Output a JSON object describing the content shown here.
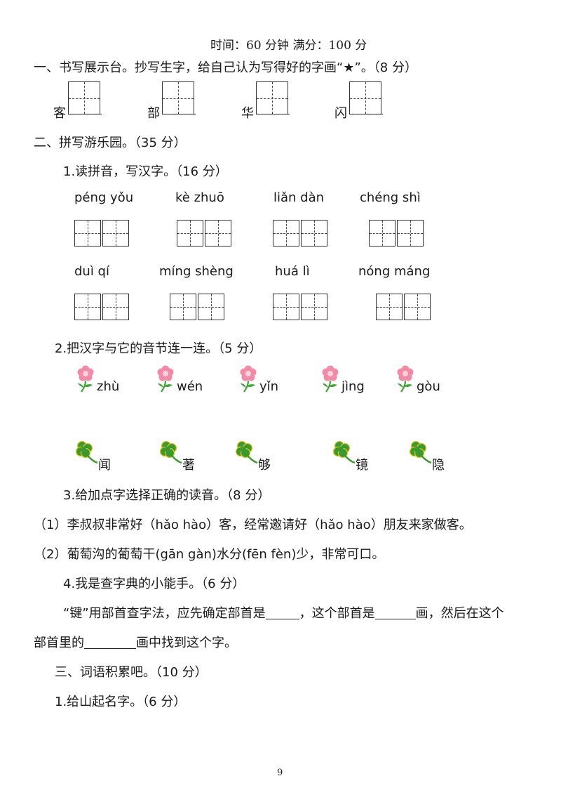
{
  "header": {
    "exam_info": "时间：60 分钟  满分：100 分"
  },
  "section1": {
    "title": "一、书写展示台。抄写生字，给自己认为写得好的字画“★”。（8 分）",
    "chars": [
      "客",
      "部",
      "华",
      "闪"
    ]
  },
  "section2": {
    "title": "二、拼写游乐园。（35 分）",
    "q1": {
      "title": "1.读拼音，写汉字。（16 分）",
      "row1": [
        "péng  yǒu",
        "kè   zhuō",
        "liǎn   dàn",
        "chéng   shì"
      ],
      "row2": [
        "duì     qí",
        "míng  shèng",
        "huá     lì",
        "nóng    máng"
      ]
    },
    "q2": {
      "title": "2.把汉字与它的音节连一连。（5 分）",
      "pinyin": [
        "zhù",
        "wén",
        "yǐn",
        "jìng",
        "gòu"
      ],
      "hanzi": [
        "闻",
        "著",
        "够",
        "镜",
        "隐"
      ]
    },
    "q3": {
      "title": "3.给加点字选择正确的读音。（8 分）",
      "item1": "（1）李叔叔非常好（hǎo   hào）客，经常邀请好（hǎo   hào）朋友来家做客。",
      "item2": "（2）葡萄沟的葡萄干(gān   gàn)水分(fēn fèn)少，非常可口。"
    },
    "q4": {
      "title": "4.我是查字典的小能手。（6 分）",
      "line1_a": "“键”用部首查字法，应先确定部首是",
      "line1_b": "，这个部首是",
      "line1_c": "画，然后在这个",
      "line2_a": "部首里的",
      "line2_b": "画中找到这个字。"
    }
  },
  "section3": {
    "title": "三、词语积累吧。（10 分）",
    "q1": {
      "title": "1.给山起名字。（6 分）"
    }
  },
  "footer": {
    "page_number": "9"
  },
  "colors": {
    "flower_petal": "#f28ba8",
    "flower_stem": "#3fa535",
    "clover": "#3a9a2e",
    "clover_edge": "#e3c52b"
  }
}
